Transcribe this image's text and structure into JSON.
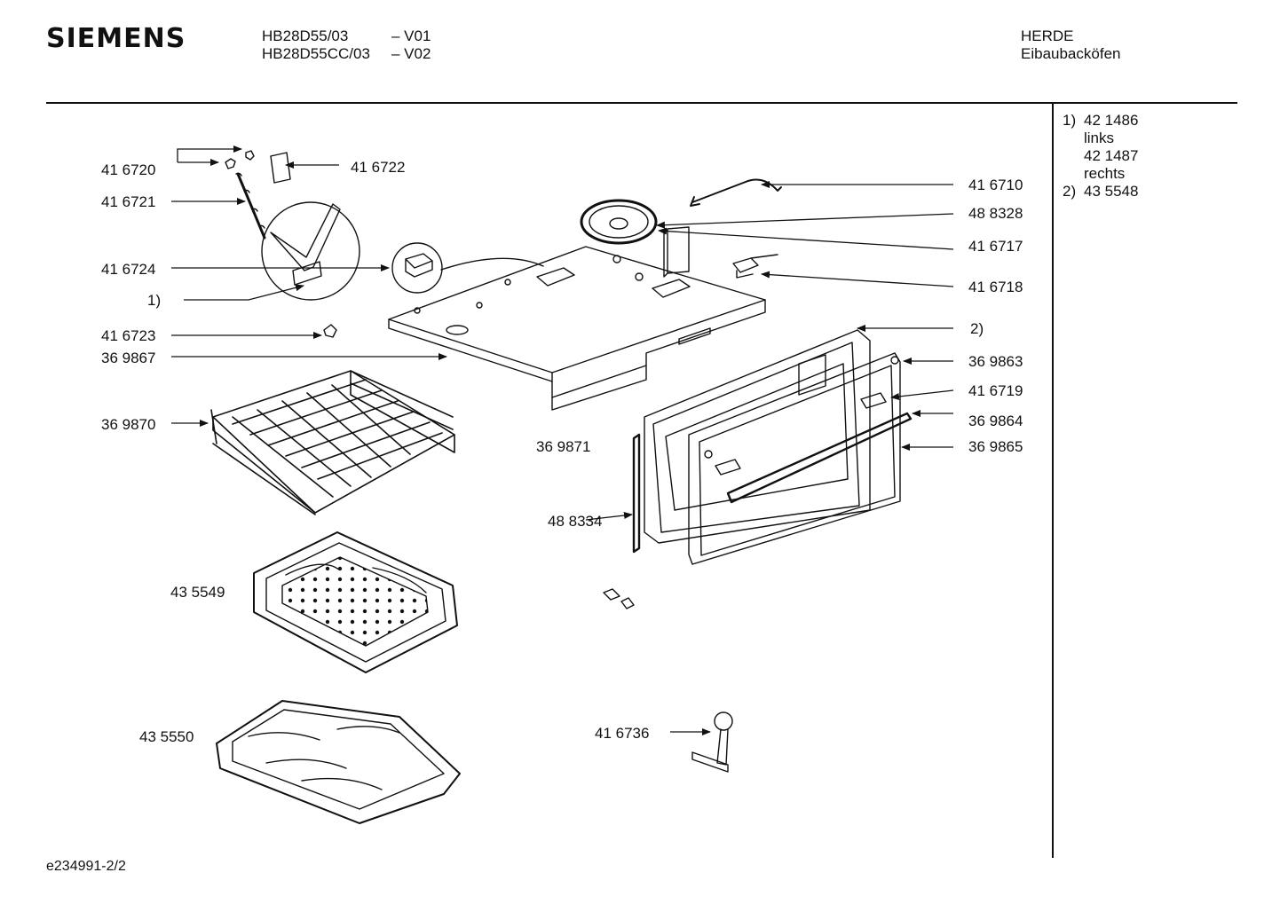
{
  "header": {
    "brand": "SIEMENS",
    "models": [
      {
        "model": "HB28D55/03",
        "version": "– V01"
      },
      {
        "model": "HB28D55CC/03",
        "version": "– V02"
      }
    ],
    "category": "HERDE",
    "subcategory": "Eibaubacköfen"
  },
  "notes": [
    {
      "marker": "1)",
      "lines": [
        "42 1486",
        "links",
        "42 1487",
        "rechts"
      ]
    },
    {
      "marker": "2)",
      "lines": [
        "43 5548"
      ]
    }
  ],
  "parts_left": [
    "41 6720",
    "41 6722",
    "41 6721",
    "41 6724",
    "1)",
    "41 6723",
    "36 9867",
    "36 9870",
    "43 5549",
    "43 5550"
  ],
  "parts_center": [
    "36 9871",
    "48 8334",
    "41 6736"
  ],
  "parts_right": [
    "41 6710",
    "48 8328",
    "41 6717",
    "41 6718",
    "2)",
    "36 9863",
    "41 6719",
    "36 9864",
    "36 9865"
  ],
  "footer": {
    "drawing_id": "e234991-2/2"
  }
}
